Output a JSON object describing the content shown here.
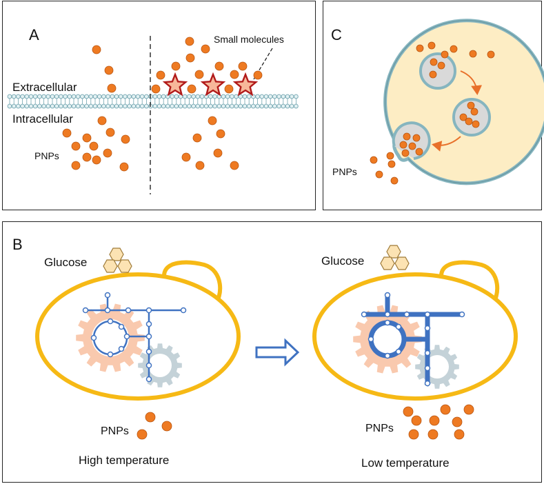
{
  "colors": {
    "particle": "#EE7A22",
    "particle_stroke": "#B85410",
    "membrane_head": "#E3F1F3",
    "membrane_line": "#6FA3AE",
    "star_fill": "#F7B79A",
    "star_stroke": "#B11A1A",
    "cell_fill": "#FDEDC4",
    "cell_border": "#86B5BF",
    "vesicle_fill": "#D9D9D9",
    "yeast_border": "#F6B915",
    "network": "#3F72C1",
    "gear_peach": "#F9C9AE",
    "gear_grey": "#C4D2D8",
    "hexagon_fill": "#FCE3B3",
    "hexagon_stroke": "#9E7A38",
    "arrow": "#E8702A",
    "hollow_arrow": "#3F72C1"
  },
  "panel_a": {
    "letter": "A",
    "extracellular": "Extracellular",
    "intracellular": "Intracellular",
    "pnps": "PNPs",
    "small_molecules": "Small molecules"
  },
  "panel_b": {
    "letter": "B",
    "left": {
      "glucose": "Glucose",
      "pnps": "PNPs",
      "condition": "High temperature"
    },
    "right": {
      "glucose": "Glucose",
      "pnps": "PNPs",
      "condition": "Low temperature"
    }
  },
  "panel_c": {
    "letter": "C",
    "pnps": "PNPs"
  }
}
